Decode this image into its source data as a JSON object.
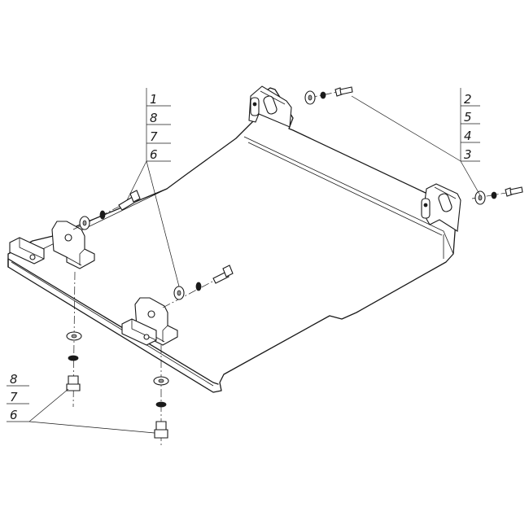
{
  "callouts": {
    "top_middle": [
      "1",
      "8",
      "7",
      "6"
    ],
    "top_right": [
      "2",
      "5",
      "4",
      "3"
    ],
    "bottom_left": [
      "8",
      "7",
      "6"
    ]
  },
  "icons": [
    "skid-plate",
    "mounting-bracket",
    "bolt",
    "washer",
    "lock-washer"
  ]
}
